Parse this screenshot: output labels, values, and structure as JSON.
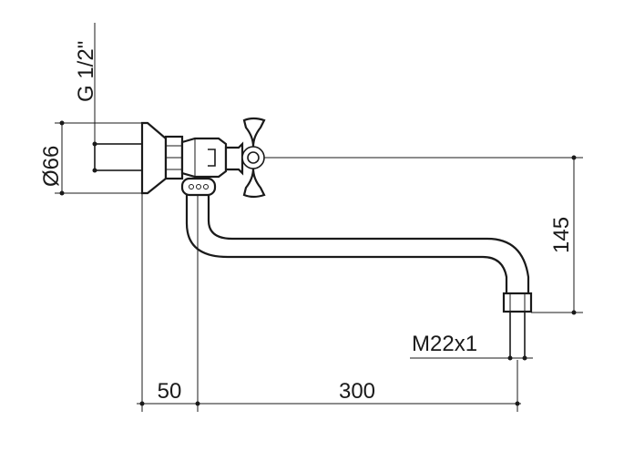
{
  "dimensions": {
    "thread_inlet": "G 1/2\"",
    "flange_diameter": "Ø66",
    "height_offset": "145",
    "outlet_thread": "M22x1",
    "wall_offset": "50",
    "spout_length": "300"
  },
  "colors": {
    "line": "#1a1a1a",
    "background": "#ffffff"
  }
}
